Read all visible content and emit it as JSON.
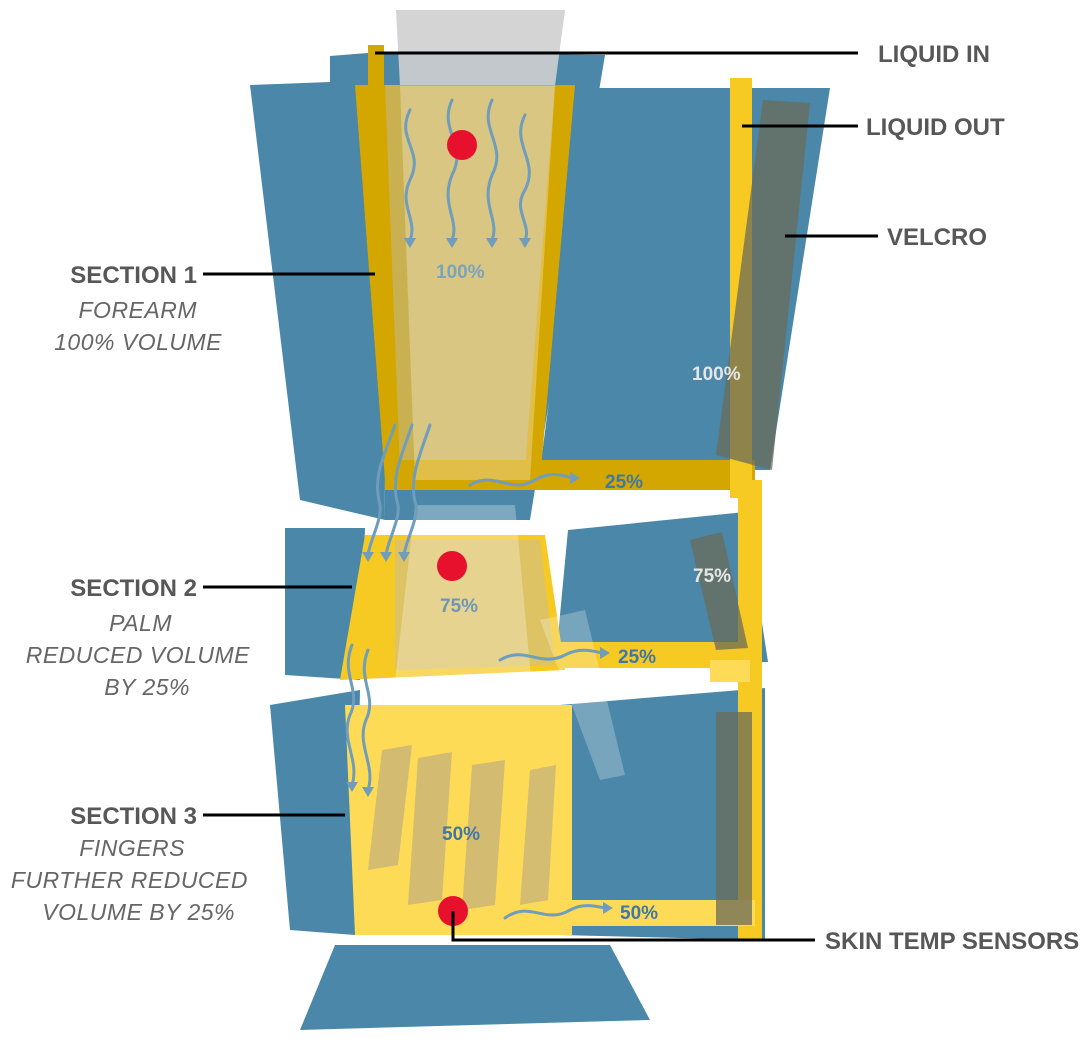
{
  "labels": {
    "liquid_in": "LIQUID IN",
    "liquid_out": "LIQUID OUT",
    "velcro": "VELCRO",
    "skin_temp_sensors": "SKIN TEMP SENSORS"
  },
  "sections": [
    {
      "title": "SECTION 1",
      "lines": [
        "FOREARM",
        "100% VOLUME"
      ]
    },
    {
      "title": "SECTION 2",
      "lines": [
        "PALM",
        "REDUCED VOLUME",
        "BY 25%"
      ]
    },
    {
      "title": "SECTION 3",
      "lines": [
        "FINGERS",
        "FURTHER REDUCED",
        "VOLUME BY 25%"
      ]
    }
  ],
  "percentages": {
    "section1_center": "100%",
    "section1_side": "100%",
    "section2_center": "75%",
    "section2_side": "75%",
    "section3_center": "50%",
    "flow_1": "25%",
    "flow_2": "25%",
    "flow_3": "50%"
  },
  "colors": {
    "glove_blue": "#4a87a8",
    "channel_dark_yellow": "#d4a600",
    "channel_yellow": "#f6c923",
    "sensor_red": "#e8112d",
    "tube_gray": "#cfcfcf"
  }
}
